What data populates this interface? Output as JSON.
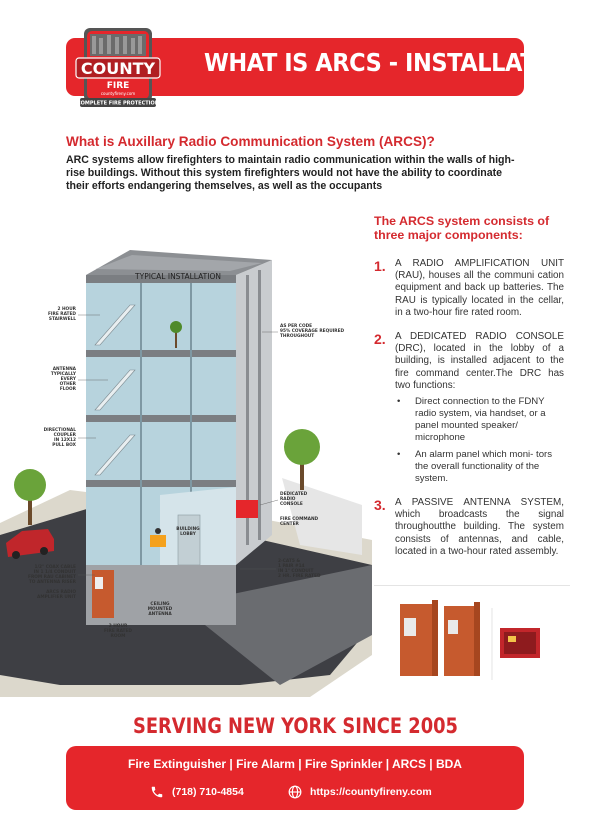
{
  "header": {
    "title": "WHAT IS ARCS - INSTALLATION",
    "logo": {
      "name": "COUNTY",
      "sub": "FIRE",
      "tagline": "COMPLETE FIRE PROTECTION",
      "url": "countyfireny.com"
    }
  },
  "intro": {
    "heading": "What is Auxillary Radio Communication System (ARCS)?",
    "body": "ARC systems allow firefighters to maintain radio communication within the walls of high-rise buildings. Without this system firefighters would not have the ability to coordinate their efforts endangering themselves, as well as the occupants"
  },
  "illustration": {
    "typical_installation": "TYPICAL INSTALLATION",
    "labels": {
      "stairwell": [
        "2 HOUR",
        "FIRE RATED",
        "STAIRWELL"
      ],
      "antenna": [
        "ANTENNA",
        "TYPICALLY",
        "EVERY",
        "OTHER",
        "FLOOR"
      ],
      "coupler": [
        "DIRECTIONAL",
        "COUPLER",
        "IN 12X12",
        "PULL BOX"
      ],
      "coax": [
        "1/2\" COAX CABLE",
        "IN 1 1/4 CONDUIT",
        "FROM RAU CABINET",
        "TO ANTENNA RISER"
      ],
      "arcs_unit": [
        "ARCS RADIO",
        "AMPLIFIER UNIT"
      ],
      "room": [
        "2 HOUR",
        "FIRE RATED",
        "ROOM"
      ],
      "ceiling_antenna": [
        "CEILING",
        "MOUNTED",
        "ANTENNA"
      ],
      "code": [
        "AS PER CODE",
        "95% COVERAGE REQUIRED",
        "THROUGHOUT"
      ],
      "console": [
        "DEDICATED",
        "RADIO",
        "CONSOLE"
      ],
      "command_center": [
        "FIRE COMMAND",
        "CENTER"
      ],
      "cats": [
        "2-CAT5 &",
        "1 PAIR #14",
        "IN 1\" CONDUIT",
        "2 HR. FIRE RATED"
      ],
      "lobby": [
        "BUILDING",
        "LOBBY"
      ]
    }
  },
  "components": {
    "heading": "The ARCS system consists of three major components:",
    "items": [
      {
        "num": "1.",
        "text": "A RADIO AMPLIFICATION UNIT (RAU), houses all the communi cation equipment and back up batteries. The RAU is typically located in the cellar, in a two-hour fire rated room."
      },
      {
        "num": "2.",
        "text": "A DEDICATED RADIO CONSOLE (DRC), located in the lobby of a building, is installed adjacent to the fire command center.The DRC has two functions:",
        "bullets": [
          "Direct connection to the FDNY radio system, via handset, or a panel mounted speaker/ microphone",
          "An alarm panel which moni- tors the overall functionality of the system."
        ]
      },
      {
        "num": "3.",
        "text": "A PASSIVE ANTENNA SYSTEM, which broadcasts the signal throughoutthe building. The system consists of antennas, and cable, located in a two-hour rated assembly."
      }
    ],
    "bullet_char": "•"
  },
  "footer": {
    "serving": "SERVING NEW YORK SINCE 2005",
    "services": "Fire Extinguisher  |  Fire Alarm  |  Fire Sprinkler  |  ARCS  |  BDA",
    "phone": "(718) 710-4854",
    "website": "https://countyfireny.com"
  },
  "colors": {
    "brand_red": "#e5262b",
    "heading_red": "#d42a2f",
    "glass_blue": "#b7d3dd",
    "concrete": "#8c8f93",
    "ground": "#3e3f44"
  },
  "icons": {
    "phone": "phone-icon",
    "web": "globe-icon"
  }
}
